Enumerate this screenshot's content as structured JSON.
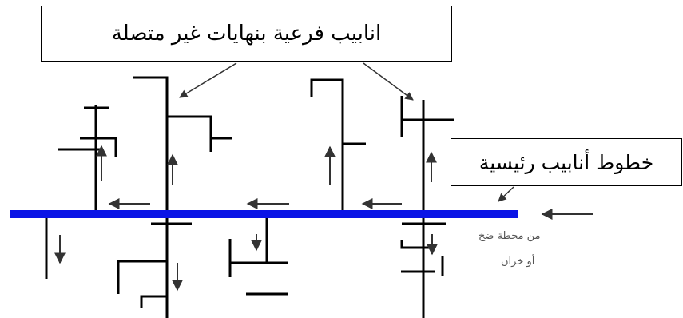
{
  "callouts": {
    "branch_pipes": "انابيب فرعية بنهايات غير متصلة",
    "main_pipes": "خطوط أنابيب رئيسية"
  },
  "source_label": {
    "line1": "من محطة ضخ",
    "line2": "أو خزان"
  },
  "colors": {
    "main_pipe": "#0a14e6",
    "branch_pipe": "#000000",
    "flow_arrow": "#333333"
  }
}
